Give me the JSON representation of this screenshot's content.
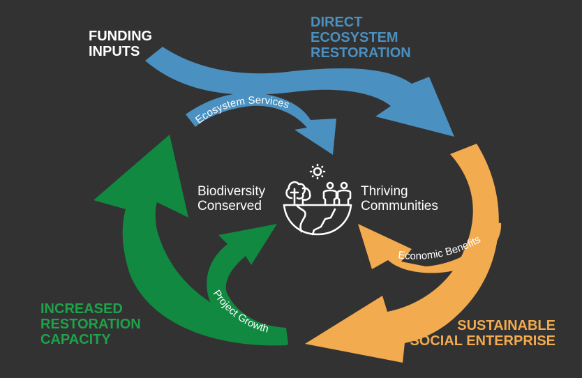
{
  "colors": {
    "background": "#323232",
    "funding": "#ffffff",
    "blue": "#4a90c0",
    "orange": "#f2ab4f",
    "green": "#118940",
    "green_text": "#1ea24a",
    "center_text": "#ffffff"
  },
  "headings": {
    "funding_inputs": [
      "FUNDING",
      "INPUTS"
    ],
    "direct_ecosystem_restoration": [
      "DIRECT",
      "ECOSYSTEM",
      "RESTORATION"
    ],
    "sustainable_social_enterprise": [
      "SUSTAINABLE",
      "SOCIAL ENTERPRISE"
    ],
    "increased_restoration_capacity": [
      "INCREASED",
      "RESTORATION",
      "CAPACITY"
    ]
  },
  "arrow_labels": {
    "ecosystem_services": "Ecosystem Services",
    "economic_benefits": "Economic Benefits",
    "project_growth": "Project Growth"
  },
  "center": {
    "left_label": [
      "Biodiversity",
      "Conserved"
    ],
    "right_label": [
      "Thriving",
      "Communities"
    ],
    "icon": "earth-trees-people-sun-icon"
  }
}
